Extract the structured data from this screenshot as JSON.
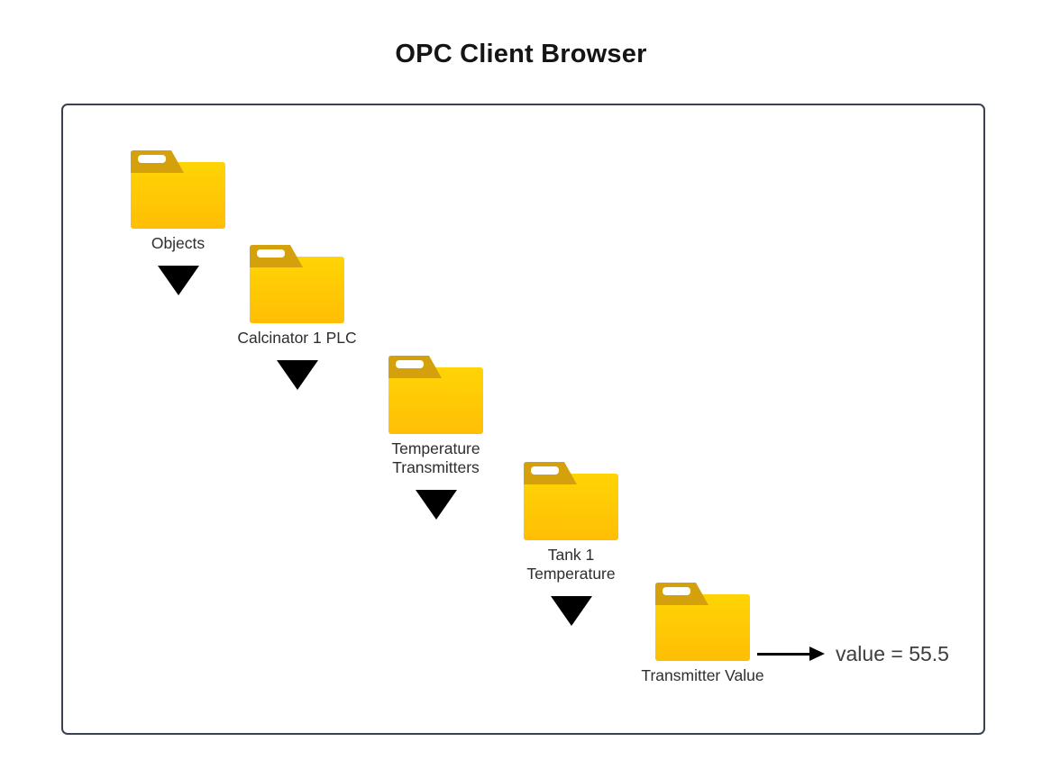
{
  "title": "OPC Client Browser",
  "tree": {
    "nodes": [
      {
        "label": "Objects",
        "icon": "folder-icon",
        "has_expand_arrow": true
      },
      {
        "label": "Calcinator 1 PLC",
        "icon": "folder-icon",
        "has_expand_arrow": true
      },
      {
        "label": "Temperature\nTransmitters",
        "icon": "folder-icon",
        "has_expand_arrow": true
      },
      {
        "label": "Tank 1\nTemperature",
        "icon": "folder-icon",
        "has_expand_arrow": true
      },
      {
        "label": "Transmitter Value",
        "icon": "folder-icon",
        "has_expand_arrow": false
      }
    ],
    "value_annotation": "value = 55.5"
  },
  "colors": {
    "background": "#FFFFFF",
    "box_border": "#3A4150",
    "folder_tab": "#D4A10D",
    "folder_body_top": "#FFD405",
    "folder_body_bottom": "#FFBE05",
    "folder_slot": "#FFFFFF",
    "expand_triangle": "#000000",
    "label_text": "#2E2E2E",
    "value_text": "#3D3D3D",
    "title_text": "#151515"
  }
}
